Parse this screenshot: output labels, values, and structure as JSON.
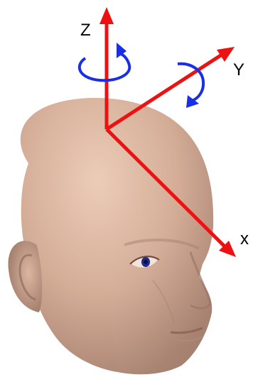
{
  "axes": {
    "z": {
      "label": "Z"
    },
    "y": {
      "label": "Y"
    },
    "x": {
      "label": "x"
    }
  },
  "colors": {
    "axis": "#ee1111",
    "rotation_arrow": "#1a2ee6",
    "skin": "#d9b49e",
    "skin_shadow": "#b98f7b",
    "eye": "#1e2a8c"
  },
  "rotations": [
    {
      "about_axis": "Z"
    },
    {
      "about_axis": "Y"
    }
  ]
}
